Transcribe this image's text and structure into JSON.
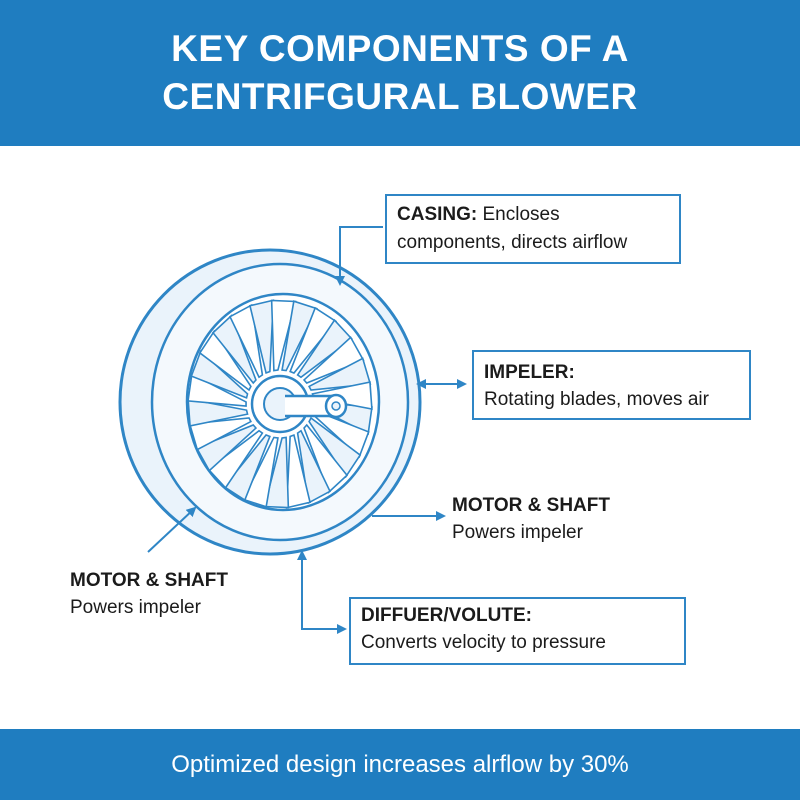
{
  "header": {
    "title_line1": "KEY COMPONENTS OF A",
    "title_line2": "CENTRIFGURAL BLOWER"
  },
  "callouts": {
    "casing": {
      "title": "CASING:",
      "desc_part1": " Encloses",
      "desc_part2": "components, directs airflow"
    },
    "impeller": {
      "title": "IMPELER:",
      "desc": "Rotating blades, moves air"
    },
    "motor_right": {
      "title": "MOTOR & SHAFT",
      "desc": "Powers impeler"
    },
    "motor_left": {
      "title": "MOTOR & SHAFT",
      "desc": "Powers impeler"
    },
    "diffuser": {
      "title": "DIFFUER/VOLUTE:",
      "desc": "Converts velocity to pressure"
    }
  },
  "footer": {
    "text": "Optimized design increases alrflow by 30%"
  },
  "colors": {
    "brand_blue": "#1f7dc0",
    "line_blue": "#2f86c6",
    "light_fill": "#e9f3fb"
  }
}
